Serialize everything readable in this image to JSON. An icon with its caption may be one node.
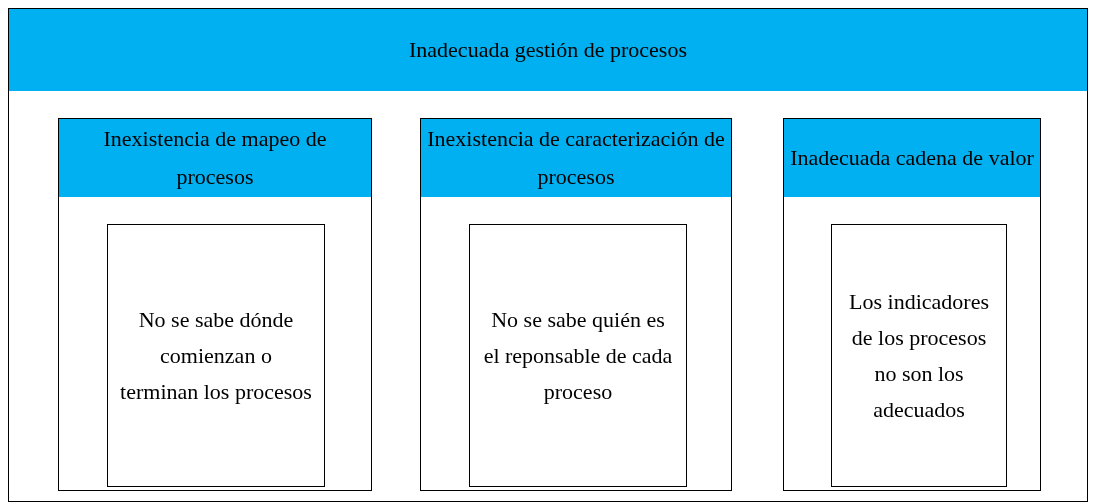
{
  "diagram": {
    "nodes": [
      {
        "text": [
          "Inadecuada gestión de procesos"
        ]
      },
      {
        "text": [
          "Inexistencia de mapeo de procesos"
        ],
        "in": 0
      },
      {
        "text": [
          "No se sabe dónde comienzan o terminan los procesos"
        ],
        "in": 1
      },
      {
        "text": [
          "Inexistencia de caracterización de procesos"
        ],
        "in": 0
      },
      {
        "text": [
          "No se sabe quién es el reponsable de cada proceso"
        ],
        "in": 3
      },
      {
        "text": [
          "Inadecuada cadena de valor"
        ],
        "in": 0
      },
      {
        "text": [
          "Los indicadores de los procesos no son los adecuados"
        ],
        "in": 5
      }
    ],
    "edges": []
  }
}
